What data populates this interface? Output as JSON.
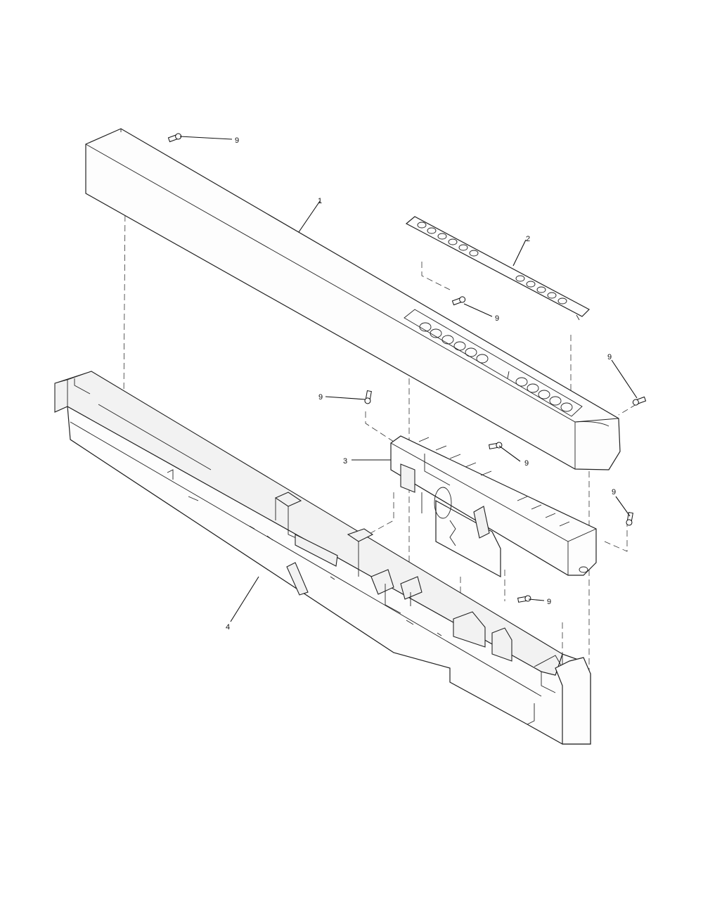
{
  "callouts": {
    "part_1": "1",
    "part_2": "2",
    "part_3": "3",
    "part_4": "4",
    "screw": "9"
  }
}
